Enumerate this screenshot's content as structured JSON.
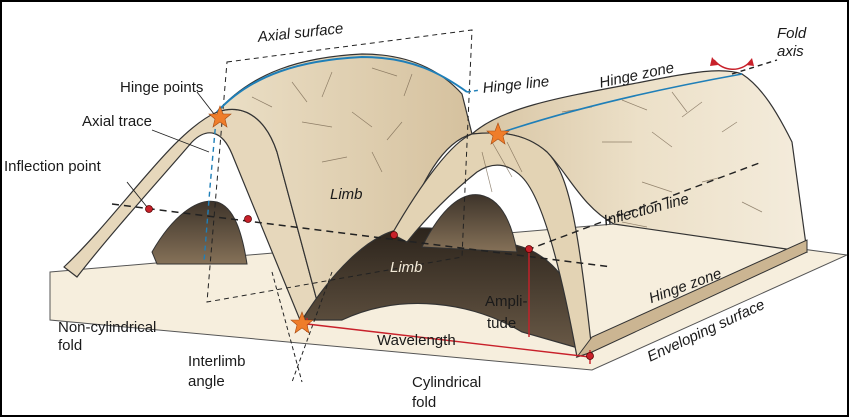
{
  "labels": {
    "axial_surface": "Axial surface",
    "hinge_points": "Hinge points",
    "axial_trace": "Axial trace",
    "inflection_point": "Inflection point",
    "hinge_line": "Hinge line",
    "hinge_zone_top": "Hinge zone",
    "fold_axis_line1": "Fold",
    "fold_axis_line2": "axis",
    "limb_upper": "Limb",
    "limb_lower": "Limb",
    "inflection_line": "Inflection line",
    "hinge_zone_bottom": "Hinge zone",
    "enveloping_surface": "Enveloping surface",
    "amplitude_line1": "Ampli-",
    "amplitude_line2": "tude",
    "wavelength": "Wavelength",
    "non_cylindrical_line1": "Non-cylindrical",
    "non_cylindrical_line2": "fold",
    "interlimb_line1": "Interlimb",
    "interlimb_line2": "angle",
    "cylindrical_line1": "Cylindrical",
    "cylindrical_line2": "fold"
  },
  "colors": {
    "rock_light": "#f0e6d2",
    "rock_mid": "#d8c5a3",
    "rock_shadow": "#a58f70",
    "rock_dark": "#4a3e30",
    "ground": "#f6eedd",
    "hinge_line": "#1f7fb8",
    "marker_red": "#c8202a",
    "star_orange": "#ef7d2a"
  }
}
